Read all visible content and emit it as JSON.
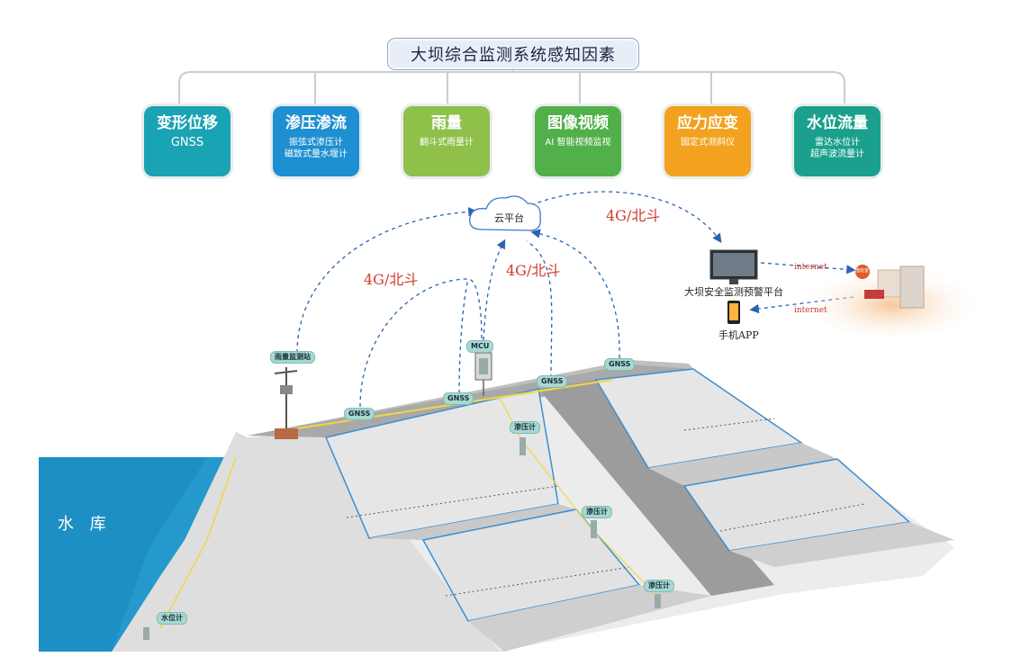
{
  "title": "大坝综合监测系统感知因素",
  "categories": [
    {
      "title": "变形位移",
      "sub": [
        "GNSS"
      ],
      "color": "#1aa3b3"
    },
    {
      "title": "渗压渗流",
      "sub": [
        "振弦式渗压计",
        "磁致式量水堰计"
      ],
      "color": "#1e8fd0"
    },
    {
      "title": "雨量",
      "sub": [
        "翻斗式雨量计"
      ],
      "color": "#8fc04a"
    },
    {
      "title": "图像视频",
      "sub": [
        "AI 智能视频监视"
      ],
      "color": "#52b04a"
    },
    {
      "title": "应力应变",
      "sub": [
        "固定式测斜仪"
      ],
      "color": "#f2a21e"
    },
    {
      "title": "水位流量",
      "sub": [
        "雷达水位计",
        "超声波流量计"
      ],
      "color": "#1aa08c"
    }
  ],
  "cloud": "云平台",
  "links": {
    "left": "4G/北斗",
    "middle": "4G/北斗",
    "right": "4G/北斗",
    "internet_top": "internet",
    "internet_bottom": "internet"
  },
  "platform": "大坝安全监测预警平台",
  "app": "手机APP",
  "reservoir": "水 库",
  "sensors": {
    "rain": "雨量监测站",
    "mcu": "MCU",
    "gnss": [
      "GNSS",
      "GNSS",
      "GNSS",
      "GNSS"
    ],
    "piezo": [
      "渗压计",
      "渗压计",
      "渗压计"
    ],
    "level": "水位计"
  },
  "office_badge": "值班室"
}
